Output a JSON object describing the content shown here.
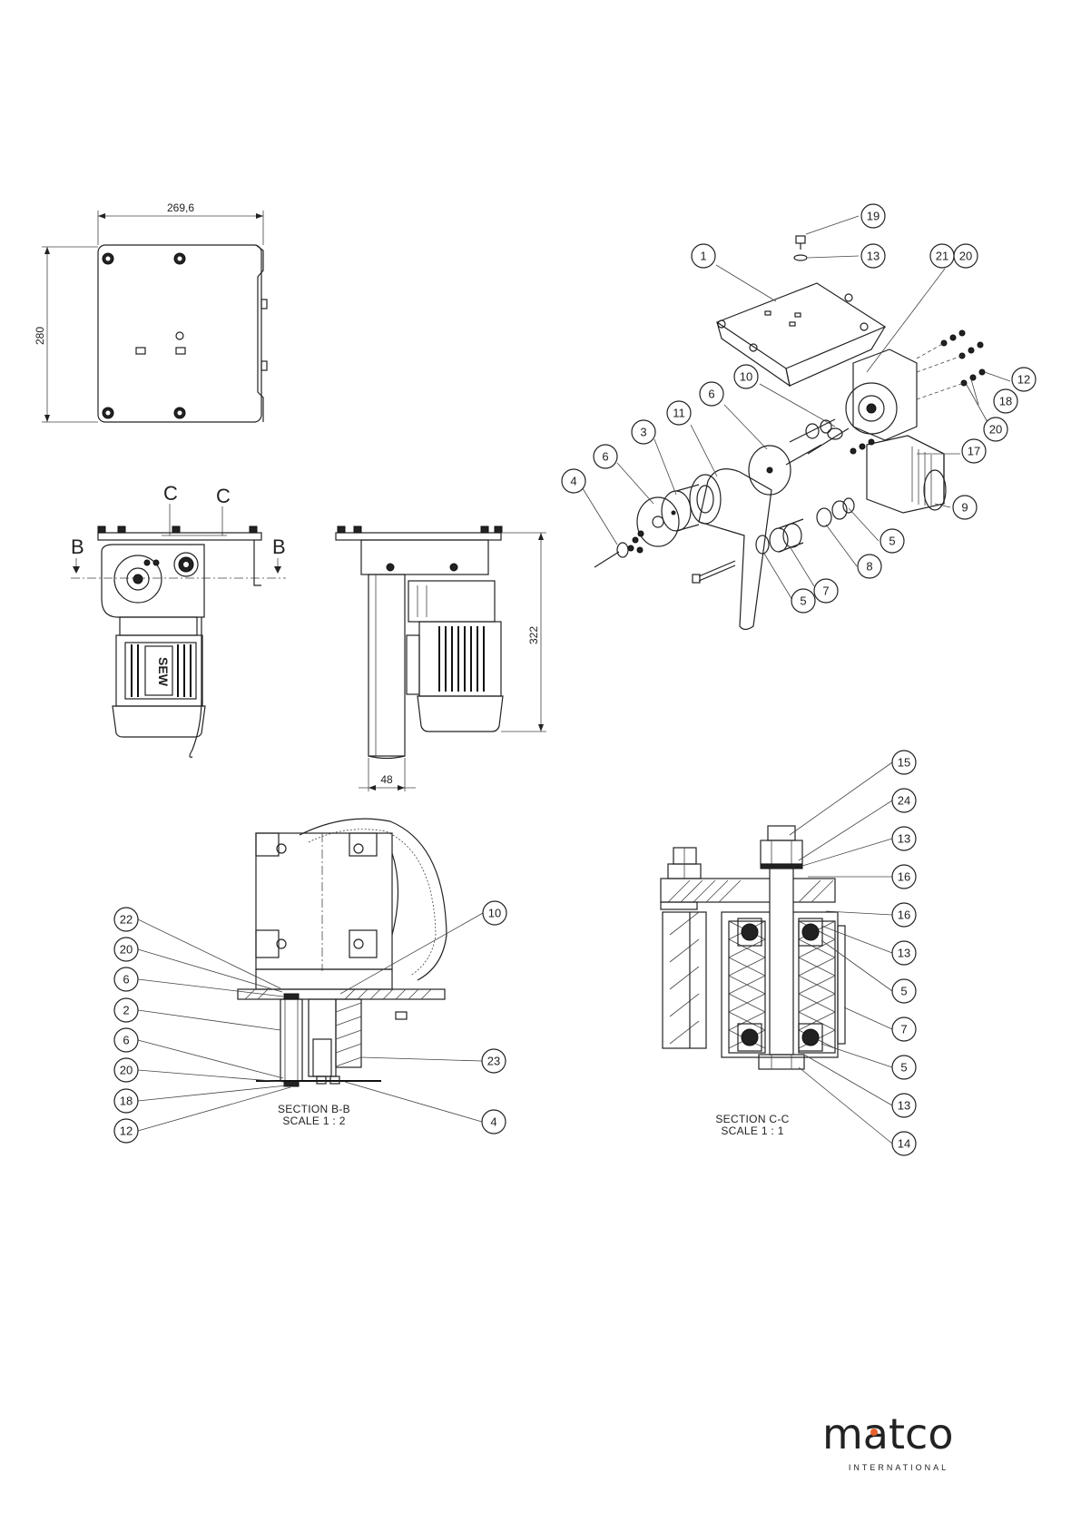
{
  "dimensions": {
    "top_width": "269,6",
    "top_height": "280",
    "side_height": "322",
    "side_width": "48"
  },
  "section_letters": {
    "c_left": "C",
    "c_right": "C",
    "b_left": "B",
    "b_right": "B"
  },
  "motor_label": "SEW",
  "exploded_balloons": [
    {
      "n": "19"
    },
    {
      "n": "13"
    },
    {
      "n": "1"
    },
    {
      "n": "21"
    },
    {
      "n": "20"
    },
    {
      "n": "12"
    },
    {
      "n": "10"
    },
    {
      "n": "18"
    },
    {
      "n": "11"
    },
    {
      "n": "6"
    },
    {
      "n": "20"
    },
    {
      "n": "3"
    },
    {
      "n": "17"
    },
    {
      "n": "6"
    },
    {
      "n": "4"
    },
    {
      "n": "9"
    },
    {
      "n": "5"
    },
    {
      "n": "8"
    },
    {
      "n": "7"
    },
    {
      "n": "5"
    }
  ],
  "section_bb": {
    "caption_line1": "SECTION B-B",
    "caption_line2": "SCALE 1 : 2",
    "balloons": [
      {
        "n": "22"
      },
      {
        "n": "20"
      },
      {
        "n": "6"
      },
      {
        "n": "2"
      },
      {
        "n": "6"
      },
      {
        "n": "20"
      },
      {
        "n": "18"
      },
      {
        "n": "12"
      },
      {
        "n": "10"
      },
      {
        "n": "23"
      },
      {
        "n": "4"
      }
    ]
  },
  "section_cc": {
    "caption_line1": "SECTION C-C",
    "caption_line2": "SCALE 1 : 1",
    "balloons": [
      {
        "n": "15"
      },
      {
        "n": "24"
      },
      {
        "n": "13"
      },
      {
        "n": "16"
      },
      {
        "n": "16"
      },
      {
        "n": "13"
      },
      {
        "n": "5"
      },
      {
        "n": "7"
      },
      {
        "n": "5"
      },
      {
        "n": "13"
      },
      {
        "n": "14"
      }
    ]
  },
  "logo": {
    "name": "matco",
    "tagline": "INTERNATIONAL",
    "accent_color": "#e8622c",
    "text_color": "#8a8a8a"
  }
}
